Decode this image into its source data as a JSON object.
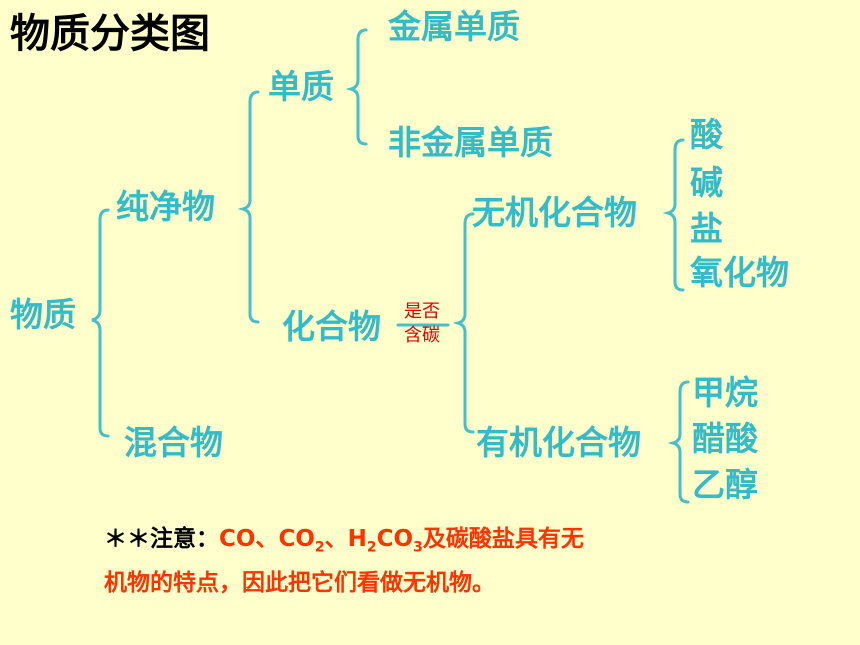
{
  "title": "物质分类图",
  "nodes": {
    "root": "物质",
    "pure": "纯净物",
    "mixture": "混合物",
    "element": "单质",
    "metal": "金属单质",
    "nonmetal": "非金属单质",
    "compound": "化合物",
    "condition_line1": "是否",
    "condition_line2": "含碳",
    "inorganic": "无机化合物",
    "organic": "有机化合物",
    "inorganic_items": [
      "酸",
      "碱",
      "盐",
      "氧化物"
    ],
    "organic_items": [
      "甲烷",
      "醋酸",
      "乙醇"
    ]
  },
  "note": {
    "stars": "＊＊",
    "label": "注意：",
    "co": "CO、",
    "co2_base": "CO",
    "co2_sub": "2",
    "sep": "、",
    "h": "H",
    "h_sub": "2",
    "co3_base": "CO",
    "co3_sub": "3",
    "line1_tail": "及碳酸盐具有无",
    "line2": "机物的特点，因此把它们看做无机物。"
  },
  "colors": {
    "background": "#ffffcc",
    "node_text": "#33bbc8",
    "bracket": "#33bbc8",
    "condition_text": "#e00000",
    "note_red": "#ff3300",
    "note_black": "#000000"
  }
}
